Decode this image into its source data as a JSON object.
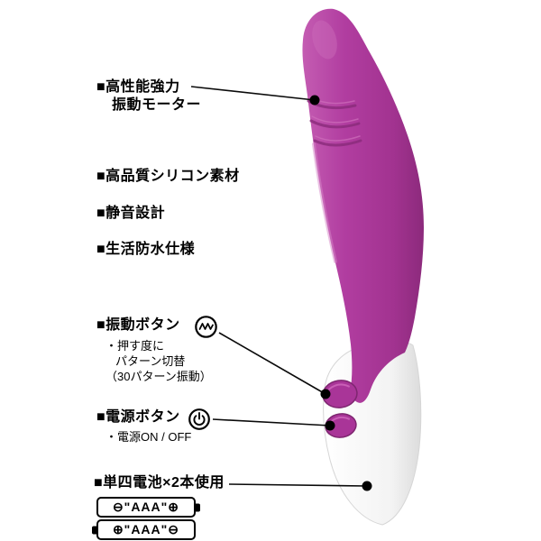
{
  "colors": {
    "body_purple": "#b13da0",
    "body_purple_light": "#c45cb2",
    "body_purple_dark": "#8c2a7c",
    "ridge_shadow": "#8a2b7b",
    "base_white": "#ffffff",
    "callout_black": "#000000"
  },
  "features": {
    "motor_line1": "■高性能強力",
    "motor_line2": "振動モーター",
    "silicone": "■高品質シリコン素材",
    "quiet": "■静音設計",
    "waterproof": "■生活防水仕様"
  },
  "vibration_button": {
    "title": "■振動ボタン",
    "note1": "・押す度に",
    "note2": "パターン切替",
    "note3": "（30パターン振動）",
    "icon": "vibration-wave-icon"
  },
  "power_button": {
    "title": "■電源ボタン",
    "note1": "・電源ON / OFF",
    "icon": "power-icon"
  },
  "battery": {
    "title": "■単四電池×2本使用",
    "cell1": "⊖\"AAA\"⊕",
    "cell2": "⊕\"AAA\"⊖"
  }
}
